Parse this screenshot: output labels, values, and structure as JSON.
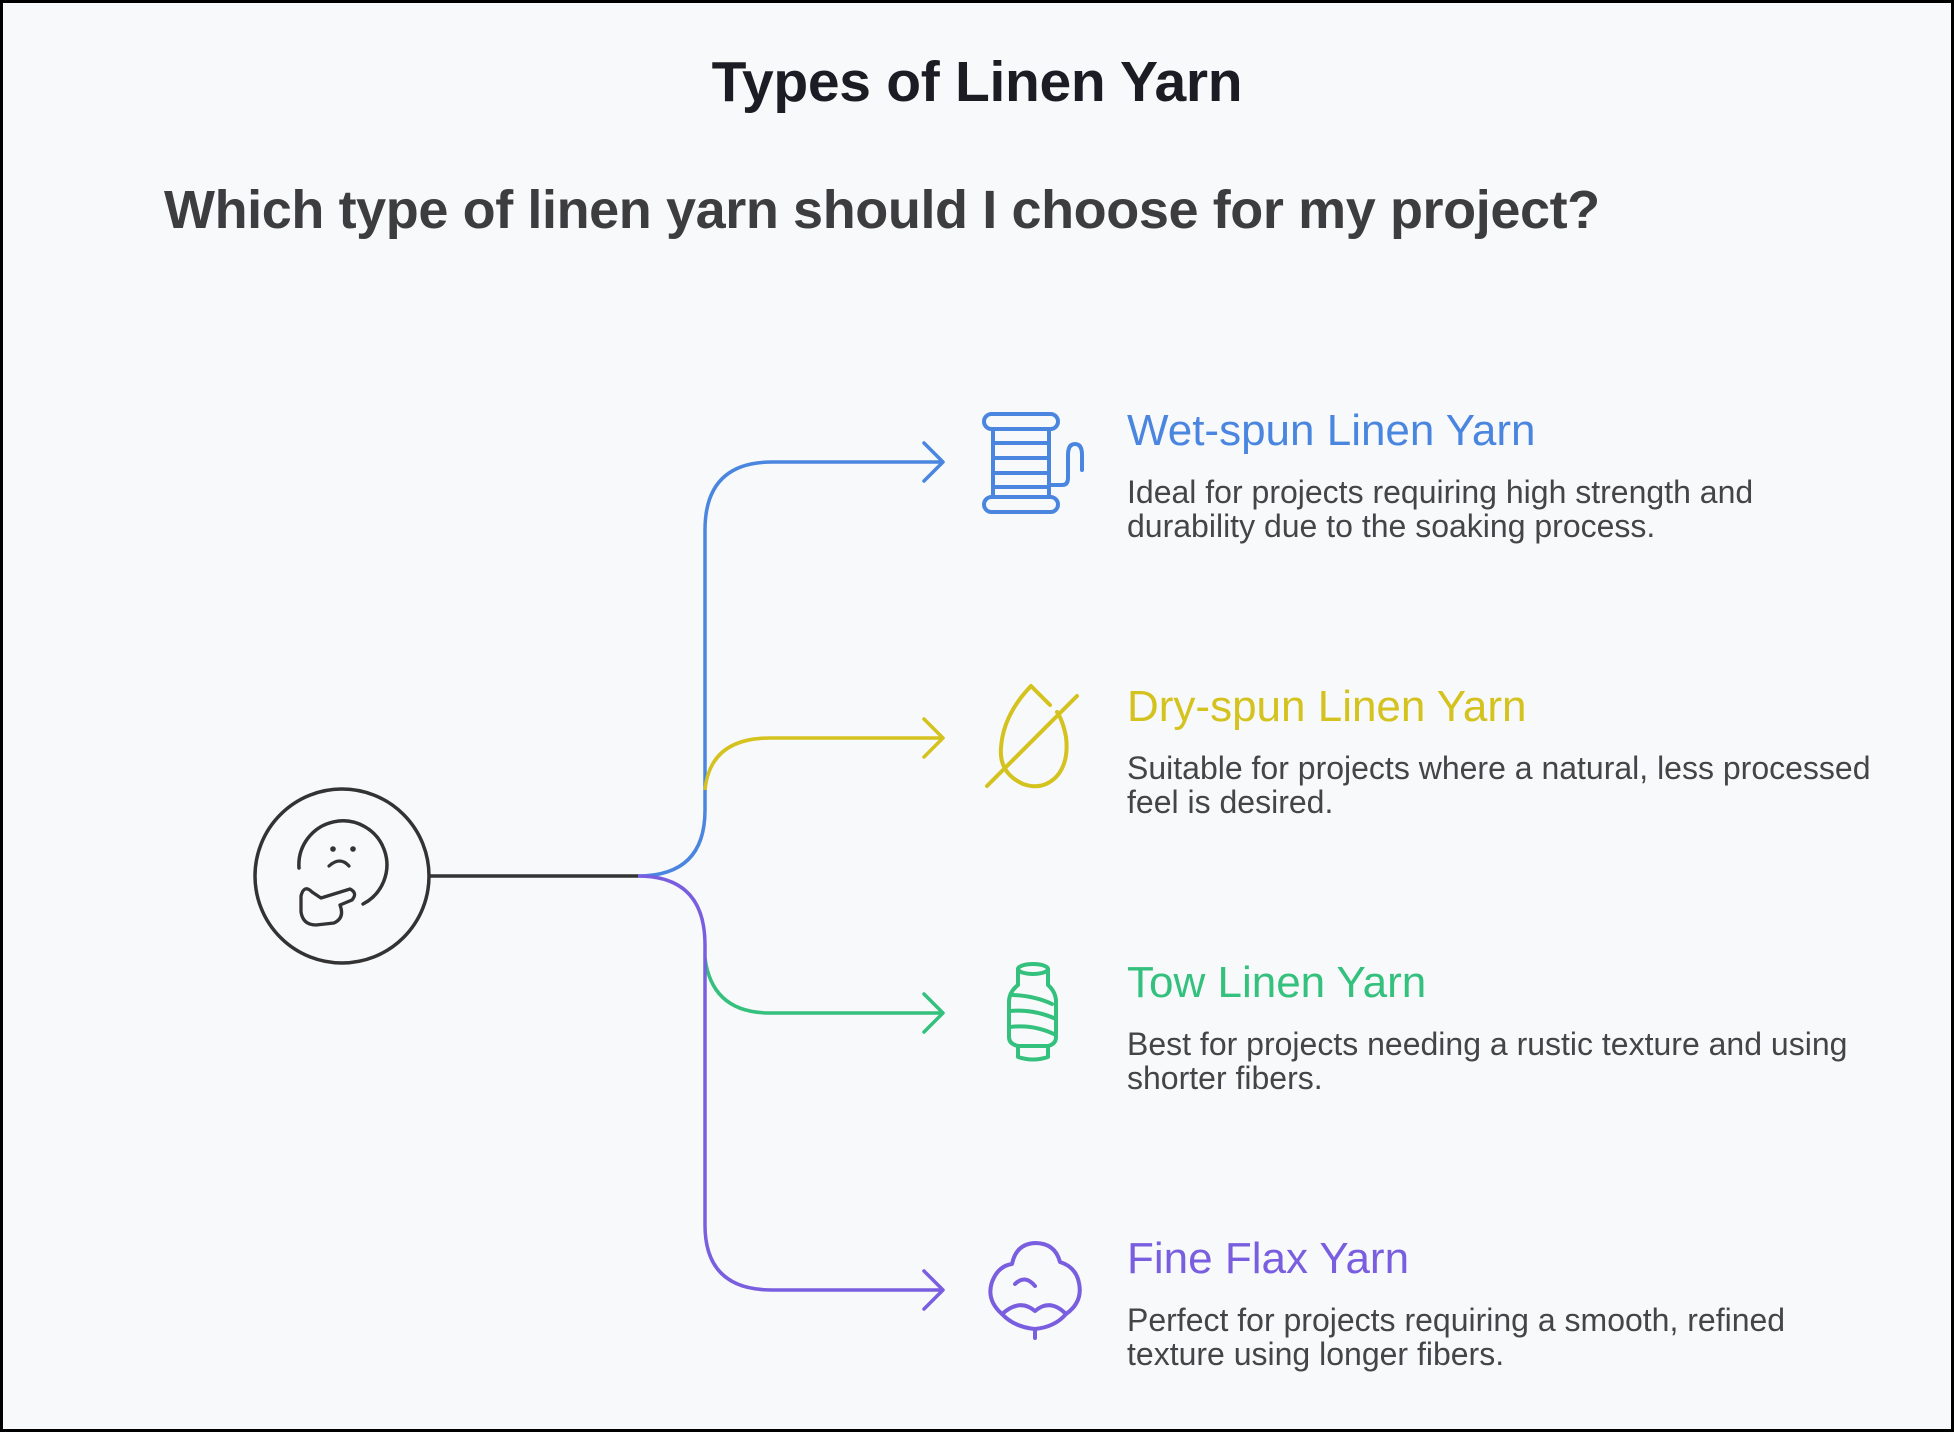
{
  "title": "Types of Linen Yarn",
  "question": "Which type of linen yarn should I choose for my project?",
  "root": {
    "icon": "thinking-face-icon",
    "color": "#333333"
  },
  "options": [
    {
      "title": "Wet-spun Linen Yarn",
      "description": "Ideal for projects requiring high strength and durability due to the soaking process.",
      "icon": "thread-spool-icon",
      "color": "#4a86e0"
    },
    {
      "title": "Dry-spun Linen Yarn",
      "description": "Suitable for projects where a natural, less processed feel is desired.",
      "icon": "no-water-drop-icon",
      "color": "#d4c21e"
    },
    {
      "title": "Tow Linen Yarn",
      "description": "Best for projects needing a rustic texture and using shorter fibers.",
      "icon": "yarn-cone-icon",
      "color": "#34c07d"
    },
    {
      "title": "Fine Flax Yarn",
      "description": "Perfect for projects requiring a smooth, refined texture using longer fibers.",
      "icon": "cotton-flower-icon",
      "color": "#7a5ee0"
    }
  ]
}
